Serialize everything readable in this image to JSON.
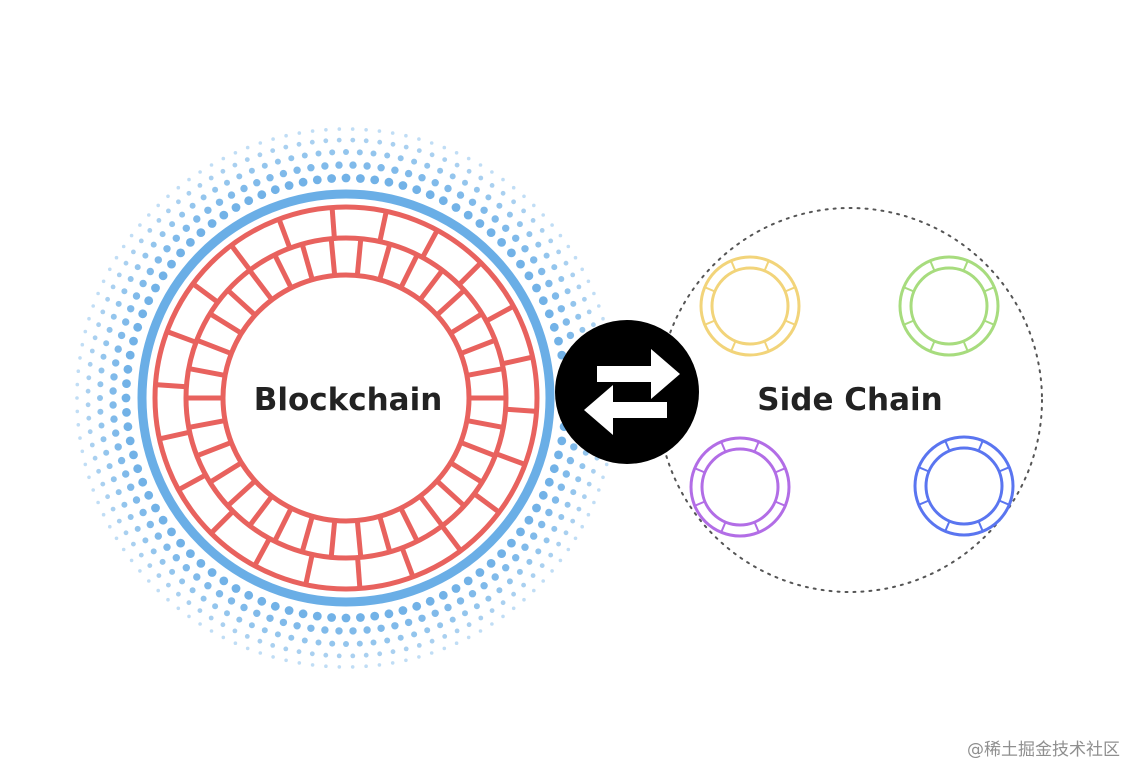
{
  "blockchain": {
    "label": "Blockchain",
    "ring_color": "#e8625e",
    "halo_color": "#6aaee6"
  },
  "bridge": {
    "icon": "swap-arrows-icon",
    "color": "#000000"
  },
  "sidechain": {
    "label": "Side Chain",
    "boundary_color": "#555555",
    "nodes": [
      {
        "color": "#f2d47a"
      },
      {
        "color": "#a7dc7e"
      },
      {
        "color": "#b26de6"
      },
      {
        "color": "#5a75f0"
      }
    ]
  },
  "watermark": "@稀土掘金技术社区"
}
